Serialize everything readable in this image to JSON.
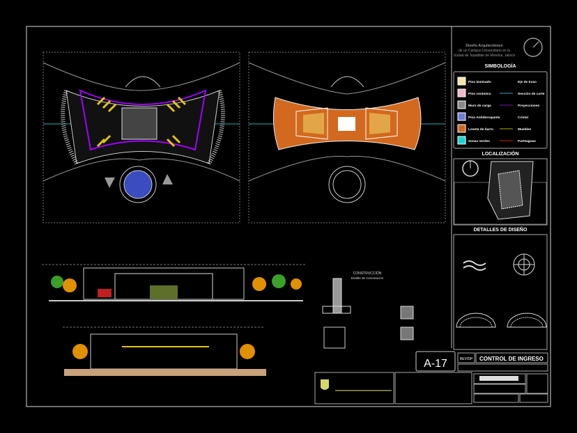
{
  "sheet": {
    "project_lines": [
      "Diseño Arquitectónico",
      "de un Campus Universitario en la",
      "ciudad de Tepatitlán de Morelos, Jalisco"
    ],
    "sheet_number": "A-17",
    "sheet_title": "CONTROL DE INGRESO",
    "title_label": "REV/DP"
  },
  "sections": {
    "legend_title": "SIMBOLOGÍA",
    "location_title": "LOCALIZACIÓN",
    "details_title": "DETALLES DE DISEÑO"
  },
  "legend": {
    "materials": [
      {
        "label": "Piso laminado",
        "color": "#f5e3a8"
      },
      {
        "label": "Piso cerámico",
        "color": "#f0b8c8"
      },
      {
        "label": "Muro de carga",
        "color": "#8a8a8a"
      },
      {
        "label": "Piso Antiderrapante",
        "color": "#6f7fd8"
      },
      {
        "label": "Loseta de barro",
        "color": "#d2691e"
      },
      {
        "label": "Zonas verdes",
        "color": "#19d3d3"
      }
    ],
    "lines": [
      {
        "label": "Eje de trazo",
        "color": ""
      },
      {
        "label": "Sección de corte",
        "color": "#19b3b3"
      },
      {
        "label": "Proyecciones",
        "color": "#6a1fb0"
      },
      {
        "label": "Cristal",
        "color": ""
      },
      {
        "label": "Muebles",
        "color": "#b3b300"
      },
      {
        "label": "Parteaguas",
        "color": "#e01010"
      }
    ]
  },
  "details": {
    "construction_title": "CONSTRUCCIÓN",
    "construction_subtitle": "Detalle de Cimentación"
  },
  "colors": {
    "frame": "#d8d8d8",
    "accent": "#ff00ff",
    "floor": "#d2691e"
  }
}
